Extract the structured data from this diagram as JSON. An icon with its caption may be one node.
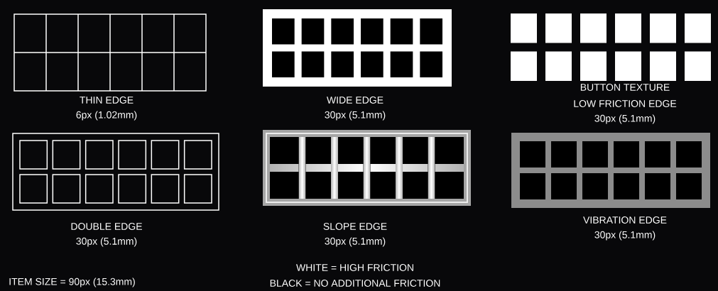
{
  "diagram": {
    "labels": [
      "THIN EDGE",
      "6px (1.02mm)",
      "WIDE EDGE",
      "30px (5.1mm)",
      "BUTTON TEXTURE",
      "LOW FRICTION EDGE",
      "30px (5.1mm)",
      "DOUBLE EDGE",
      "30px (5.1mm)",
      "SLOPE EDGE",
      "30px (5.1mm)",
      "VIBRATION EDGE",
      "30px (5.1mm)",
      "ITEM SIZE = 90px (15.3mm)",
      "WHITE = HIGH FRICTION",
      "BLACK = NO ADDITIONAL FRICTION"
    ]
  }
}
